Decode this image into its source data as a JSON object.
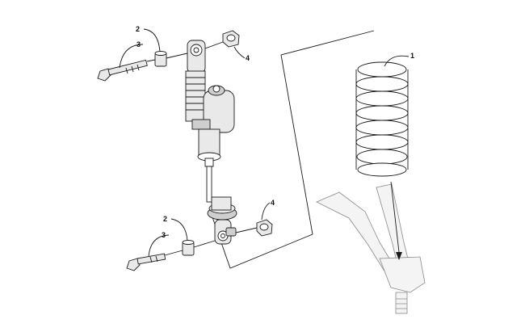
{
  "callouts": {
    "spring": "1",
    "bushing_top": "2",
    "bolt_top": "3",
    "nut_top": "4",
    "bushing_bottom": "2",
    "bolt_bottom": "3",
    "nut_bottom": "4"
  }
}
